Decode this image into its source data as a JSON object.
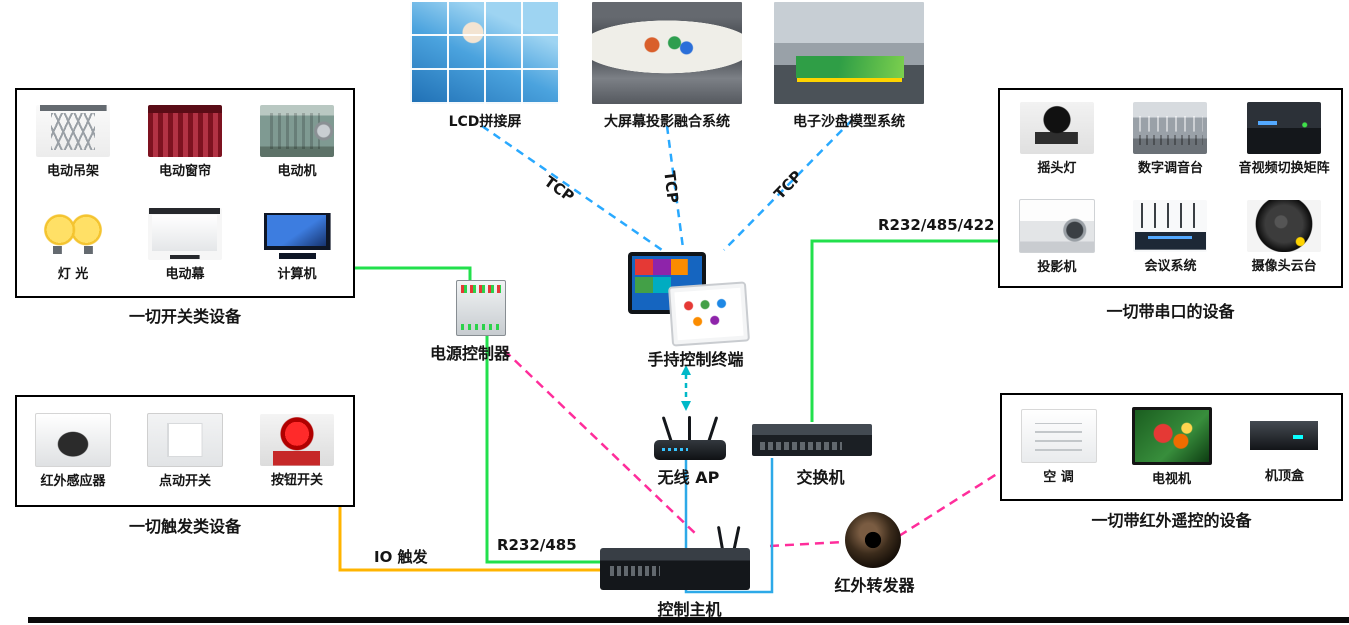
{
  "top_systems": [
    {
      "label": "LCD拼接屏",
      "icon": "lcd-wall-photo"
    },
    {
      "label": "大屏幕投影融合系统",
      "icon": "projection-photo"
    },
    {
      "label": "电子沙盘模型系统",
      "icon": "sandtable-photo"
    }
  ],
  "device_groups": {
    "switch_devices": {
      "title": "一切开关类设备",
      "items": [
        {
          "label": "电动吊架",
          "icon": "electric-lift-icon"
        },
        {
          "label": "电动窗帘",
          "icon": "electric-curtain-icon"
        },
        {
          "label": "电动机",
          "icon": "electric-motor-icon"
        },
        {
          "label": "灯  光",
          "icon": "light-bulbs-icon"
        },
        {
          "label": "电动幕",
          "icon": "electric-screen-icon"
        },
        {
          "label": "计算机",
          "icon": "computer-icon"
        }
      ]
    },
    "trigger_devices": {
      "title": "一切触发类设备",
      "items": [
        {
          "label": "红外感应器",
          "icon": "pir-sensor-icon"
        },
        {
          "label": "点动开关",
          "icon": "jog-switch-icon"
        },
        {
          "label": "按钮开关",
          "icon": "push-button-icon"
        }
      ]
    },
    "serial_devices": {
      "title": "一切带串口的设备",
      "items": [
        {
          "label": "摇头灯",
          "icon": "moving-head-light-icon"
        },
        {
          "label": "数字调音台",
          "icon": "digital-mixer-icon"
        },
        {
          "label": "音视频切换矩阵",
          "icon": "av-matrix-icon"
        },
        {
          "label": "投影机",
          "icon": "projector-icon"
        },
        {
          "label": "会议系统",
          "icon": "conference-system-icon"
        },
        {
          "label": "摄像头云台",
          "icon": "ptz-camera-icon"
        }
      ]
    },
    "ir_devices": {
      "title": "一切带红外遥控的设备",
      "items": [
        {
          "label": "空  调",
          "icon": "air-conditioner-icon"
        },
        {
          "label": "电视机",
          "icon": "tv-icon"
        },
        {
          "label": "机顶盒",
          "icon": "set-top-box-icon"
        }
      ]
    }
  },
  "nodes": {
    "power_controller": {
      "label": "电源控制器"
    },
    "handheld_terminal": {
      "label": "手持控制终端"
    },
    "wireless_ap": {
      "label": "无线 AP"
    },
    "network_switch": {
      "label": "交换机"
    },
    "control_host": {
      "label": "控制主机"
    },
    "ir_repeater": {
      "label": "红外转发器"
    }
  },
  "connections": {
    "tcp_labels": [
      "TCP",
      "TCP",
      "TCP"
    ],
    "serial_right": "R232/485/422",
    "serial_host": "R232/485",
    "io_trigger": "IO 触发"
  },
  "colors": {
    "green_line": "#22e04c",
    "blue_dashed": "#29a9ff",
    "blue_solid": "#2da9e8",
    "pink_dashed": "#ff2d9b",
    "orange_line": "#ffb400",
    "teal_arrow": "#00b8c8"
  }
}
